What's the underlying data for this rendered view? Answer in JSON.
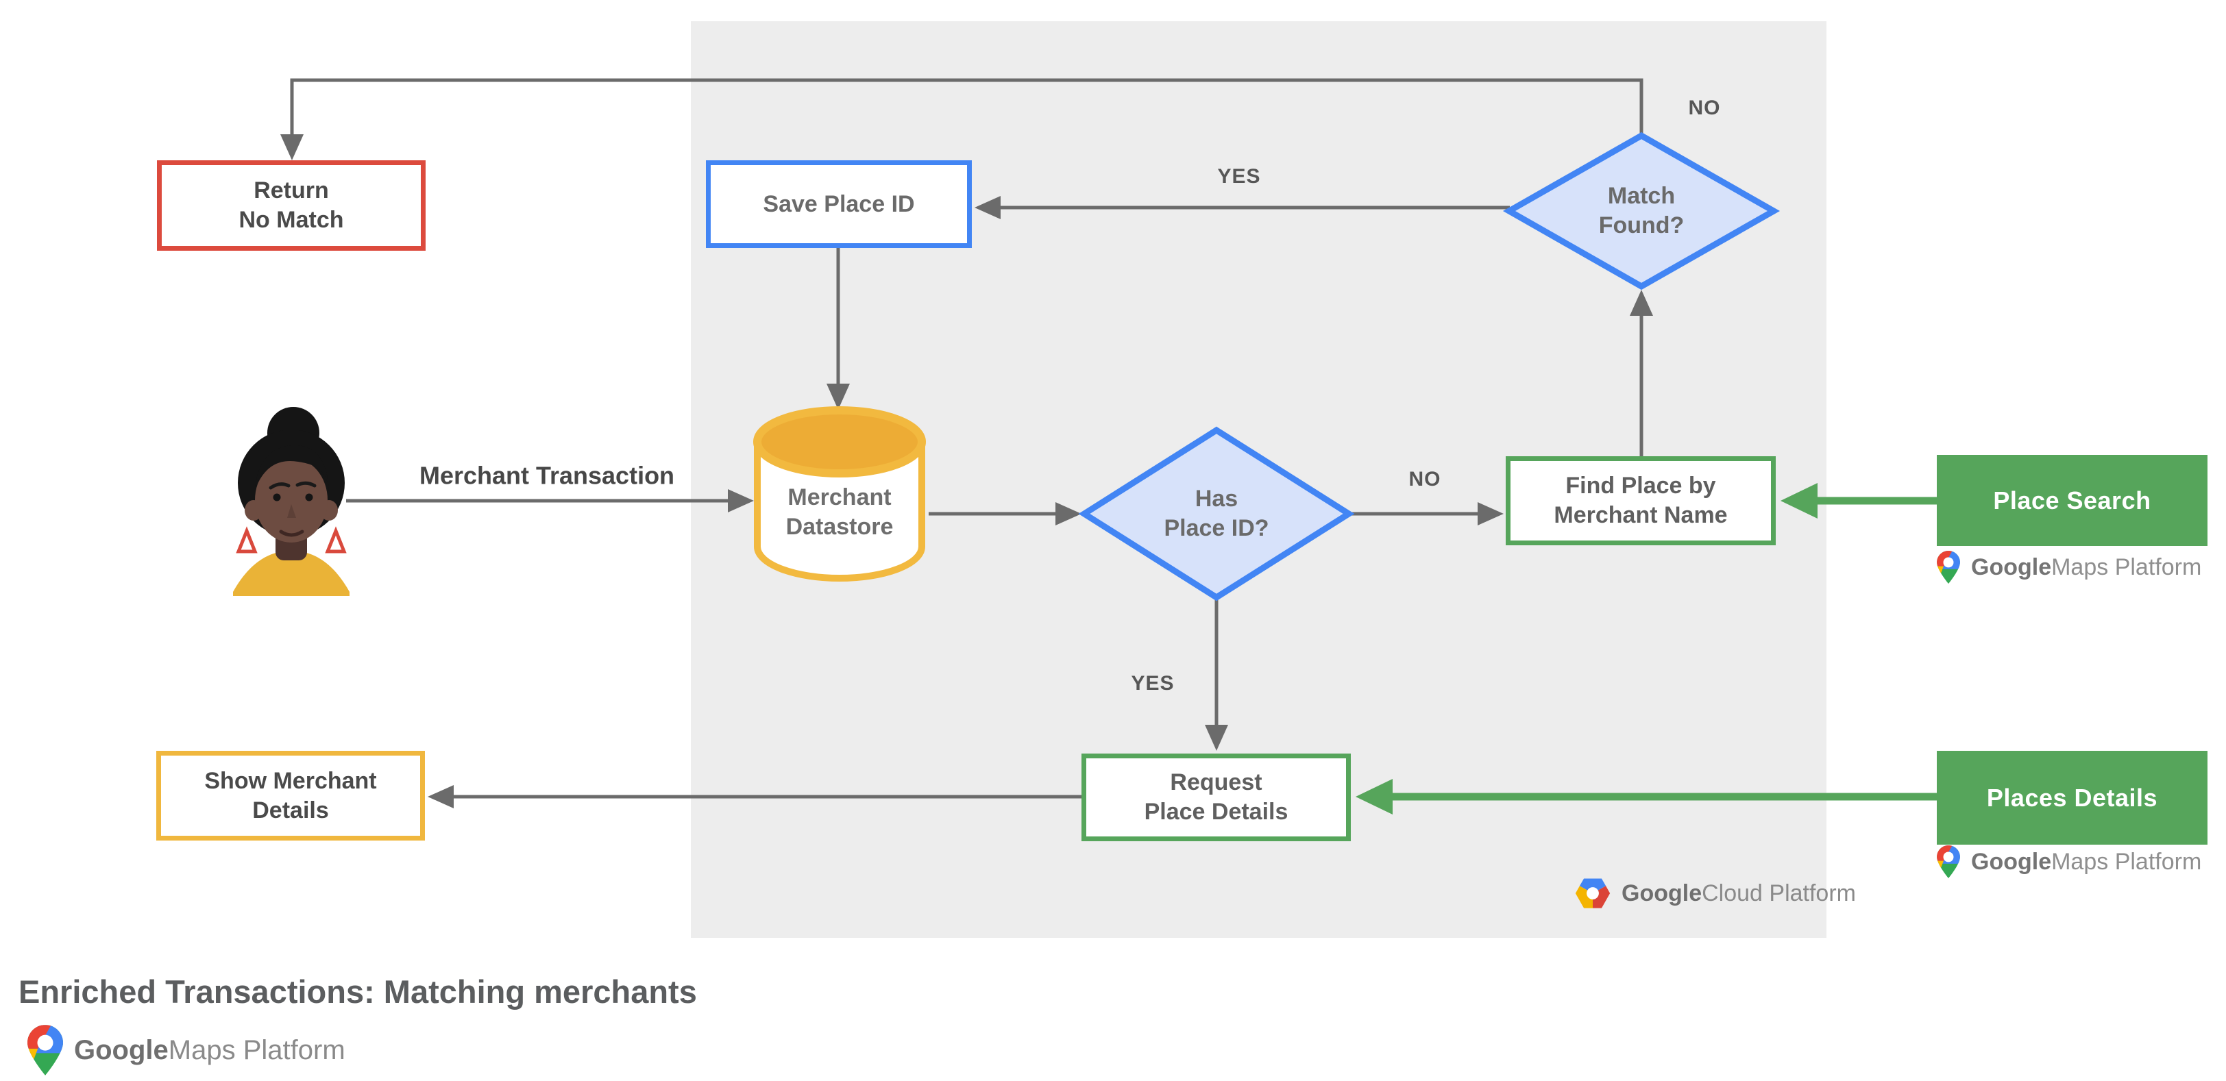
{
  "diagram": {
    "title": "Enriched Transactions: Matching merchants",
    "nodes": {
      "return_no_match": "Return\nNo Match",
      "save_place_id": "Save Place ID",
      "merchant_datastore": "Merchant\nDatastore",
      "has_place_id": "Has\nPlace ID?",
      "match_found": "Match\nFound?",
      "find_place_by_merchant_name": "Find Place by\nMerchant Name",
      "place_search": "Place Search",
      "request_place_details": "Request\nPlace Details",
      "places_details": "Places Details",
      "show_merchant_details": "Show Merchant\nDetails"
    },
    "edge_labels": {
      "merchant_transaction": "Merchant Transaction",
      "match_found_yes": "YES",
      "match_found_no": "NO",
      "has_place_id_no": "NO",
      "has_place_id_yes": "YES"
    },
    "logos": {
      "google_maps_platform": {
        "google": "Google",
        "rest": " Maps Platform"
      },
      "google_cloud_platform": {
        "google": "Google",
        "rest": " Cloud Platform"
      }
    },
    "colors": {
      "red": "#DC4A3D",
      "blue": "#4285F4",
      "diamond_fill": "#D7E2FA",
      "yellow": "#F0B73E",
      "green": "#56A55B",
      "connector_gray": "#6B6B6B",
      "panel_background": "#EDEDED"
    }
  }
}
